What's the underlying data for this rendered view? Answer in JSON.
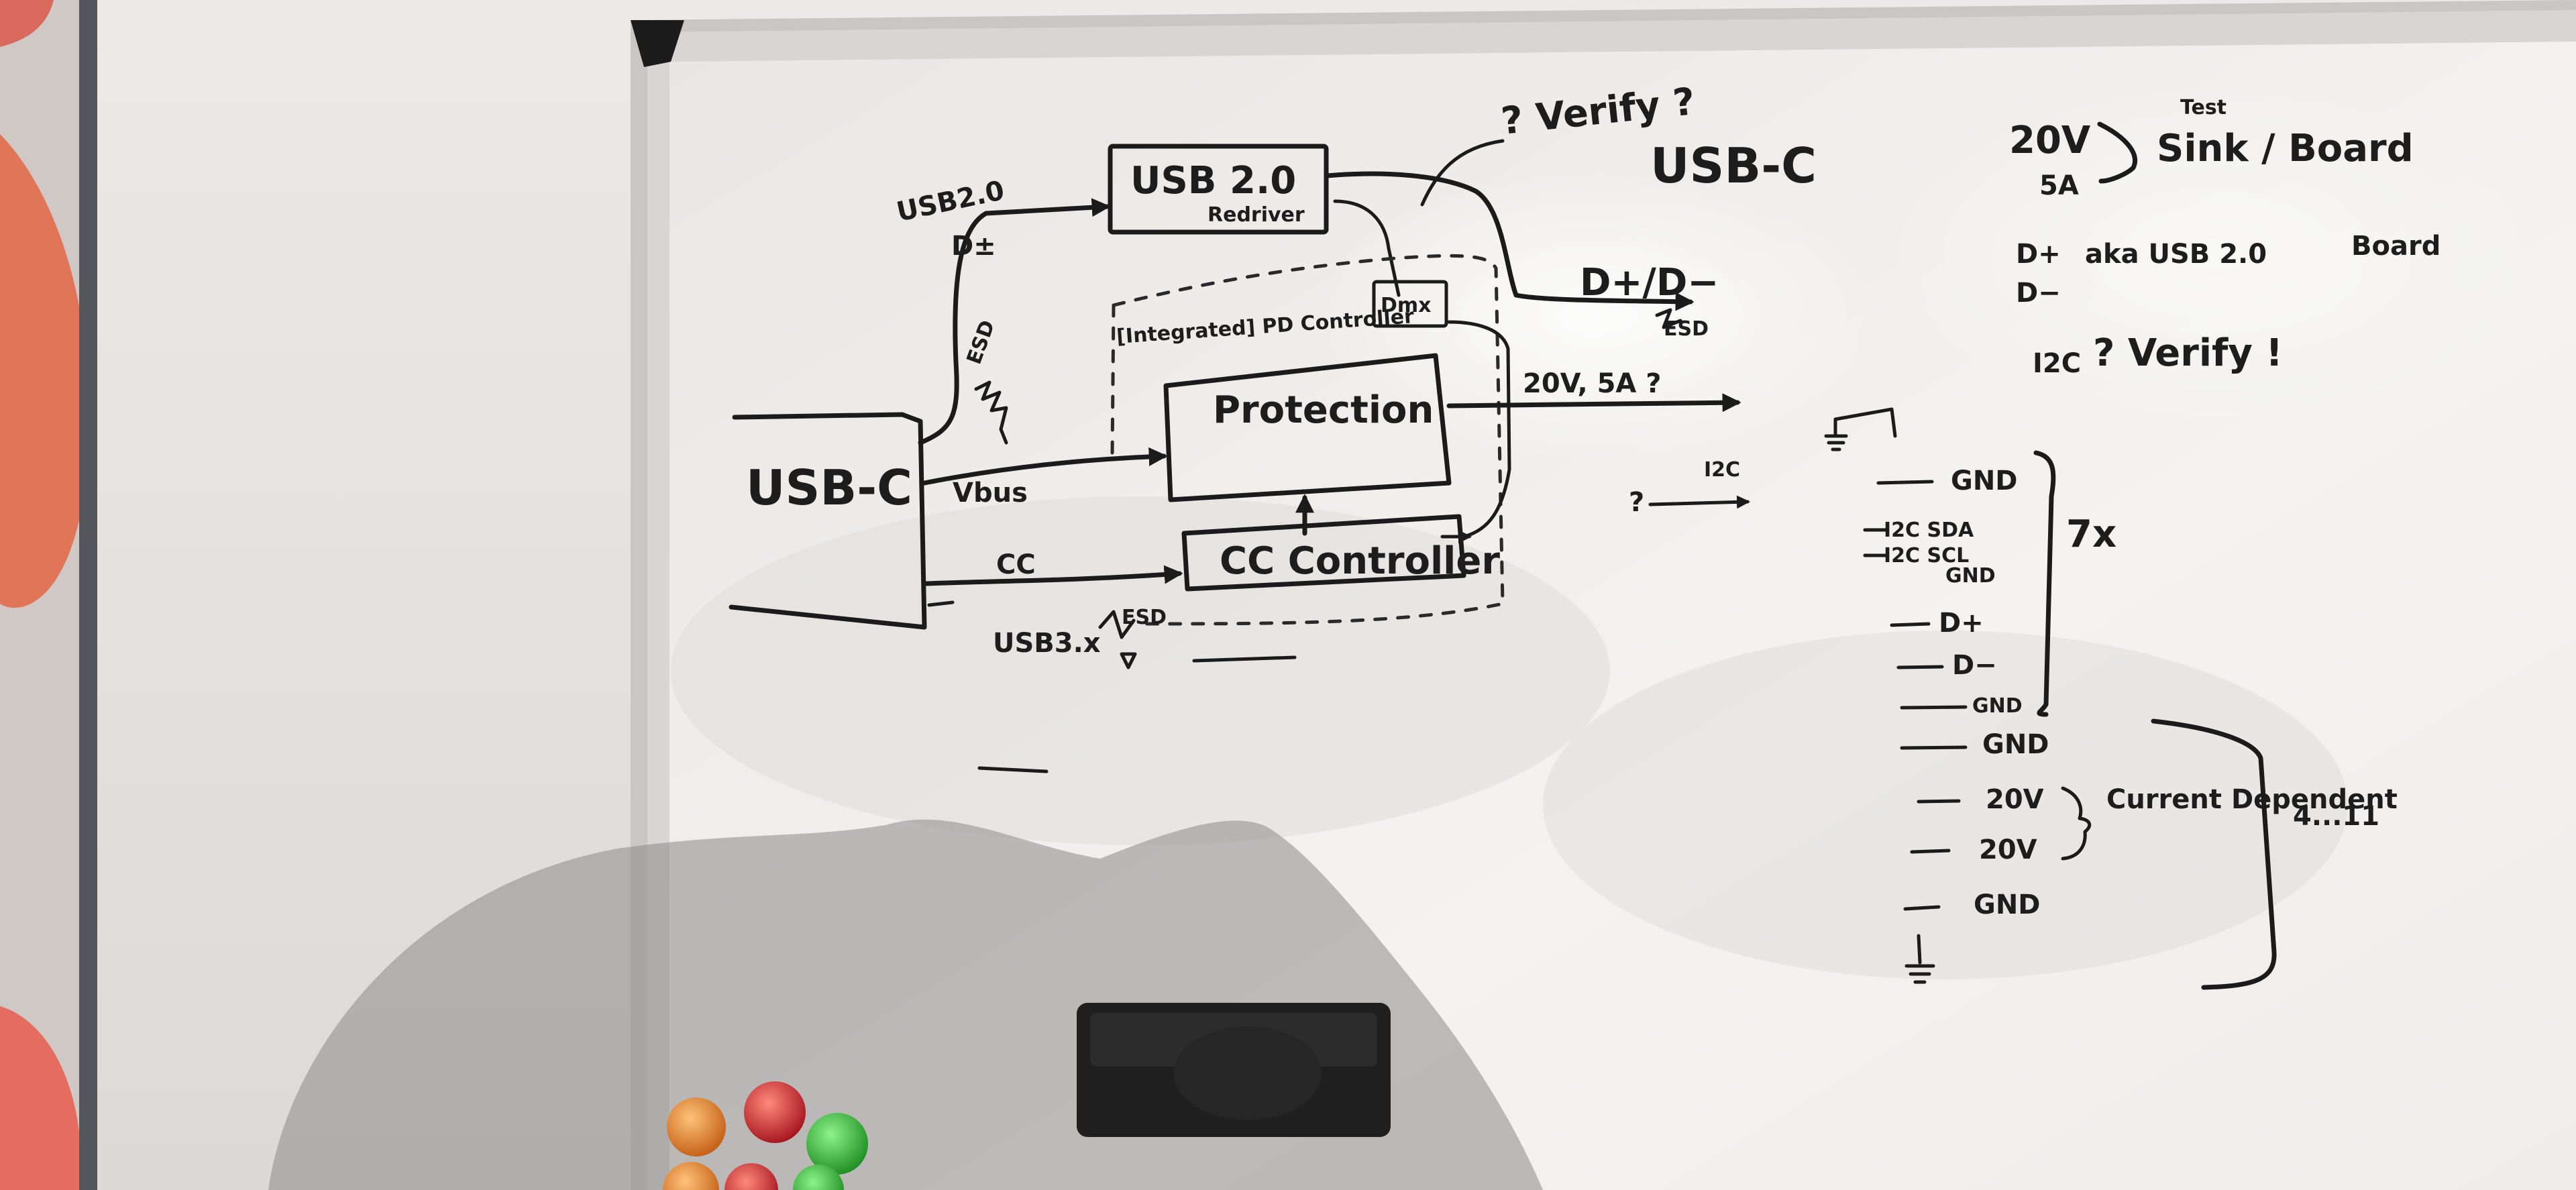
{
  "diagram": {
    "title": "USB-C",
    "blocks": {
      "usb_c_connector": "USB-C",
      "usb2_hub": "USB 2.0",
      "usb2_hub_sub": "Redriver",
      "protection": "Protection",
      "cc_controller": "CC Controller",
      "demux": "Dmx",
      "pd_region": "[Integrated] PD Controller"
    },
    "signals": {
      "usb2_in": "USB2.0",
      "usb2_in_sub": "D±",
      "esd_top": "ESD",
      "vbus": "Vbus",
      "cc": "CC",
      "usb3": "USB3.x",
      "esd_bottom": "ESD",
      "dp_dm_out": "D+/D−",
      "esd_out": "ESD",
      "power_out": "20V, 5A ?",
      "i2c_out": "I2C",
      "question": "?",
      "verify_top": "? Verify ?"
    },
    "notes": {
      "power_line_a": "20V",
      "power_line_b": "5A",
      "test_label": "Test",
      "sink_board": "Sink / Board",
      "data_line_a": "D+",
      "data_line_b": "D−",
      "data_aka": "aka USB 2.0",
      "board_label": "Board",
      "i2c_label": "I2C",
      "i2c_verify": "? Verify !"
    },
    "pinout": {
      "upper_bracket_label": "7x",
      "upper_pins": [
        "GND",
        "I2C SDA",
        "I2C SCL",
        "GND",
        "D+",
        "D−",
        "GND"
      ],
      "lower_pins": [
        "GND",
        "20V",
        "20V",
        "GND"
      ],
      "current_dependent": "Current Dependent",
      "lower_bracket_label": "4...11"
    }
  }
}
